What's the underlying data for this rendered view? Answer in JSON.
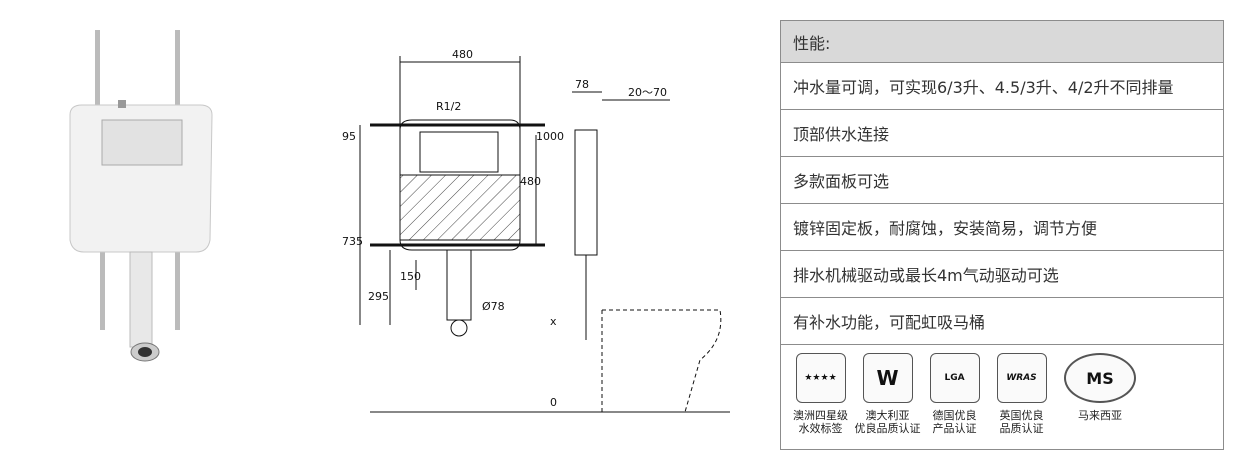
{
  "drawing": {
    "dim_480_top": "480",
    "dim_78": "78",
    "dim_20_70": "20～70",
    "label_r12": "R1/2",
    "dim_95": "95",
    "dim_1000": "1000",
    "dim_480_side": "480",
    "dim_735": "735",
    "dim_150": "150",
    "dim_295": "295",
    "dim_d78": "Ø78",
    "mark_x": "x",
    "mark_0": "0"
  },
  "specs": {
    "header": "性能:",
    "rows": [
      "冲水量可调，可实现6/3升、4.5/3升、4/2升不同排量",
      "顶部供水连接",
      "多款面板可选",
      "镀锌固定板，耐腐蚀，安装简易，调节方便",
      "排水机械驱动或最长4m气动驱动可选",
      "有补水功能，可配虹吸马桶"
    ]
  },
  "certs": [
    {
      "line1": "澳洲四星级",
      "line2": "水效标签"
    },
    {
      "line1": "澳大利亚",
      "line2": "优良品质认证"
    },
    {
      "line1": "德国优良",
      "line2": "产品认证"
    },
    {
      "line1": "英国优良",
      "line2": "品质认证"
    },
    {
      "line1": "马来西亚",
      "line2": ""
    }
  ]
}
